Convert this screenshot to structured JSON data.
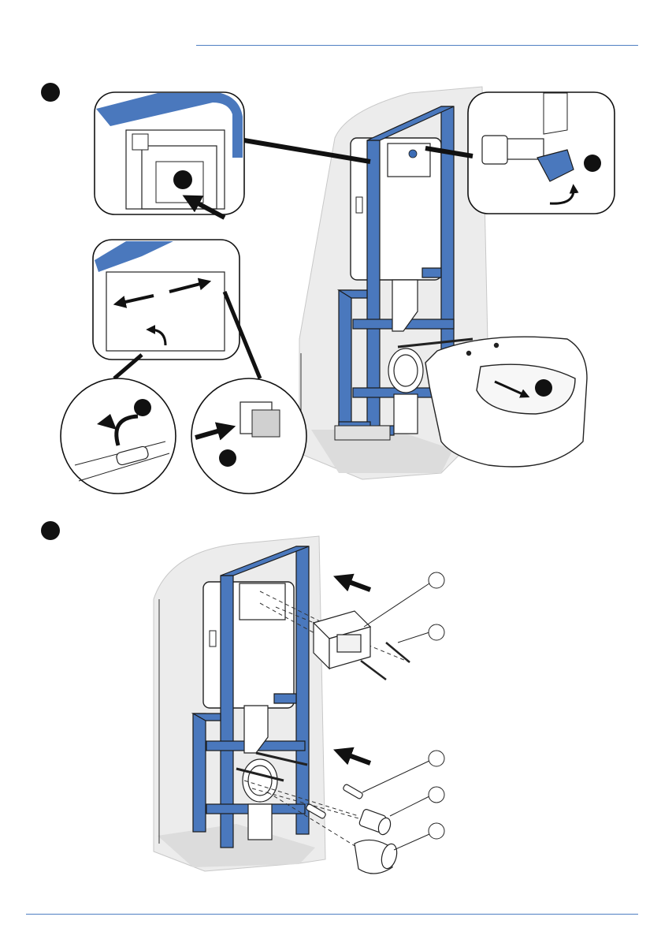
{
  "document": {
    "type": "installation-instructions-page",
    "colors": {
      "frame_blue": "#4a78bd",
      "frame_stroke": "#1a1a1a",
      "wall_grey": "#ececec",
      "accent_rule": "#4f7fc2",
      "step_marker": "#111111"
    },
    "sections": [
      {
        "id": "install-bowl",
        "marker": "step-bullet",
        "details": [
          "actuator-plate-insert",
          "water-valve-open",
          "cover-clip-release",
          "lever-rotate",
          "clip-push",
          "wc-pan"
        ]
      },
      {
        "id": "fit-protection",
        "marker": "step-bullet",
        "parts": [
          "frame-protector-box",
          "mounting-screw",
          "dowel-sleeve",
          "short-cap",
          "large-cap"
        ]
      }
    ]
  }
}
